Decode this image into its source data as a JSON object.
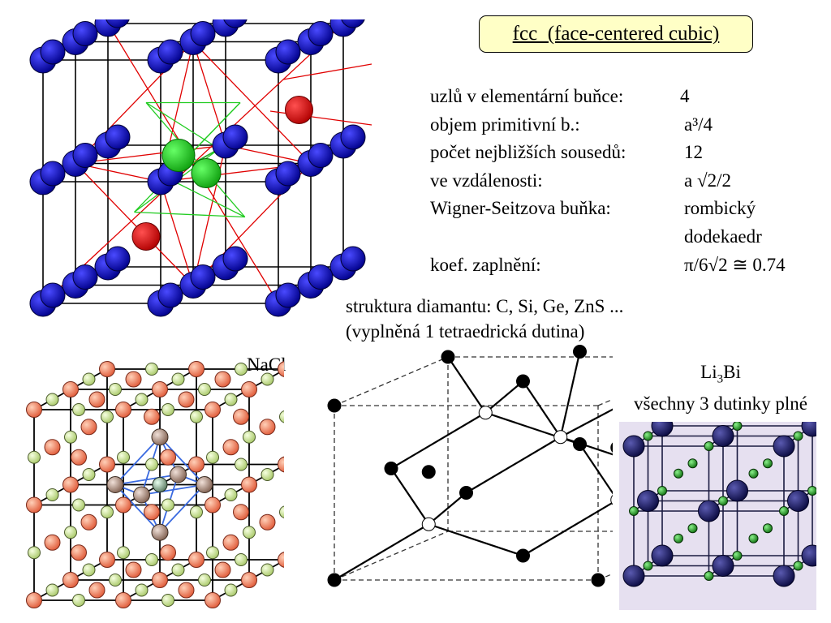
{
  "title": "fcc  (face-centered cubic)",
  "properties": [
    {
      "label": "uzlů v elementární buňce:",
      "value": "4"
    },
    {
      "label": "objem primitivní b.:",
      "value": "a³/4"
    },
    {
      "label": "počet nejbližších sousedů:",
      "value": "12"
    },
    {
      "label": "ve vzdálenosti:",
      "value": "a √2/2"
    },
    {
      "label": "Wigner-Seitzova buňka:",
      "value": "rombický"
    },
    {
      "label": "",
      "value": "dodekaedr"
    },
    {
      "label": "koef. zaplnění:",
      "value": "π/6√2 ≅ 0.74"
    }
  ],
  "diamond": {
    "line1": "struktura diamantu: C, Si, Ge, ZnS ...",
    "line2": "(vyplněná 1 tetraedrická dutina)"
  },
  "nacl_label": "NaCl",
  "li3bi": {
    "name_prefix": "Li",
    "name_sub": "3",
    "name_suffix": "Bi",
    "caption": "všechny 3 dutinky plné"
  },
  "colors": {
    "title_bg": "#ffffc6",
    "fcc_atom": "#0a0ac8",
    "fcc_red": "#ee0000",
    "fcc_green": "#22dd22",
    "nacl_large": "#f08060",
    "nacl_small": "#c8e08c",
    "nacl_center": "#a08878",
    "li_bg": "#e6e0f0",
    "li_large": "#1c1c6c",
    "li_small": "#1e9a1e"
  }
}
